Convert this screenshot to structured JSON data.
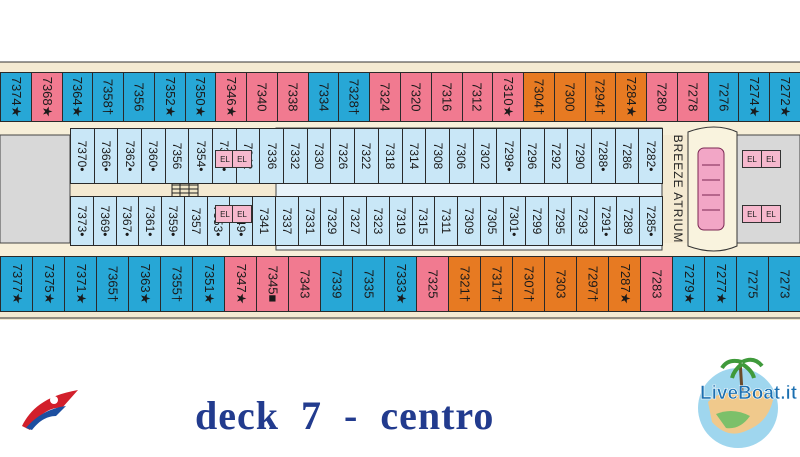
{
  "title": "deck  7  -  centro",
  "atrium_label": "BREEZE ATRIUM",
  "el_label": "EL",
  "logo_text": "LiveBoat.it",
  "colors": {
    "balcony": "#27a7d6",
    "ocean_view": "#f17a90",
    "suite": "#e77a22",
    "interior": "#c9e7f7",
    "title": "#223b8e"
  },
  "cabins": {
    "top_row": [
      {
        "label": "7374★",
        "color": "blue"
      },
      {
        "label": "7368★",
        "color": "pink"
      },
      {
        "label": "7364★",
        "color": "blue"
      },
      {
        "label": "7358†",
        "color": "blue"
      },
      {
        "label": "7356",
        "color": "blue"
      },
      {
        "label": "7352★",
        "color": "blue"
      },
      {
        "label": "7350★",
        "color": "blue"
      },
      {
        "label": "7346★",
        "color": "pink"
      },
      {
        "label": "7340",
        "color": "pink"
      },
      {
        "label": "7338",
        "color": "pink"
      },
      {
        "label": "7334",
        "color": "blue"
      },
      {
        "label": "7328†",
        "color": "blue"
      },
      {
        "label": "7324",
        "color": "pink"
      },
      {
        "label": "7320",
        "color": "pink"
      },
      {
        "label": "7316",
        "color": "pink"
      },
      {
        "label": "7312",
        "color": "pink"
      },
      {
        "label": "7310★",
        "color": "pink"
      },
      {
        "label": "7304†",
        "color": "orange"
      },
      {
        "label": "7300",
        "color": "orange"
      },
      {
        "label": "7294†",
        "color": "orange"
      },
      {
        "label": "7284★",
        "color": "orange"
      },
      {
        "label": "7280",
        "color": "pink"
      },
      {
        "label": "7278",
        "color": "pink"
      },
      {
        "label": "7276",
        "color": "blue"
      },
      {
        "label": "7274★",
        "color": "blue"
      },
      {
        "label": "7272★",
        "color": "blue"
      }
    ],
    "upper_inner": [
      {
        "label": "7370•"
      },
      {
        "label": "7366•"
      },
      {
        "label": "7362•"
      },
      {
        "label": "7360•"
      },
      {
        "label": "7356"
      },
      {
        "label": "7354•"
      },
      {
        "label": "7348•"
      },
      {
        "label": "7342"
      },
      {
        "label": "7336"
      },
      {
        "label": "7332"
      },
      {
        "label": "7330"
      },
      {
        "label": "7326"
      },
      {
        "label": "7322"
      },
      {
        "label": "7318"
      },
      {
        "label": "7314"
      },
      {
        "label": "7308"
      },
      {
        "label": "7306"
      },
      {
        "label": "7302"
      },
      {
        "label": "7298•"
      },
      {
        "label": "7296"
      },
      {
        "label": "7292"
      },
      {
        "label": "7290"
      },
      {
        "label": "7288•"
      },
      {
        "label": "7286"
      },
      {
        "label": "7282•"
      }
    ],
    "lower_inner": [
      {
        "label": "7373•"
      },
      {
        "label": "7369•"
      },
      {
        "label": "7367•"
      },
      {
        "label": "7361•"
      },
      {
        "label": "7359•"
      },
      {
        "label": "7357"
      },
      {
        "label": "7353•"
      },
      {
        "label": "7349•"
      },
      {
        "label": "7341"
      },
      {
        "label": "7337"
      },
      {
        "label": "7331"
      },
      {
        "label": "7329"
      },
      {
        "label": "7327"
      },
      {
        "label": "7323"
      },
      {
        "label": "7319"
      },
      {
        "label": "7315"
      },
      {
        "label": "7311"
      },
      {
        "label": "7309"
      },
      {
        "label": "7305"
      },
      {
        "label": "7301•"
      },
      {
        "label": "7299"
      },
      {
        "label": "7295"
      },
      {
        "label": "7293"
      },
      {
        "label": "7291•"
      },
      {
        "label": "7289"
      },
      {
        "label": "7285•"
      }
    ],
    "bottom_row": [
      {
        "label": "7377★",
        "color": "blue"
      },
      {
        "label": "7375★",
        "color": "blue"
      },
      {
        "label": "7371★",
        "color": "blue"
      },
      {
        "label": "7365†",
        "color": "blue"
      },
      {
        "label": "7363★",
        "color": "blue"
      },
      {
        "label": "7355†",
        "color": "blue"
      },
      {
        "label": "7351★",
        "color": "blue"
      },
      {
        "label": "7347★",
        "color": "pink"
      },
      {
        "label": "7345■",
        "color": "pink"
      },
      {
        "label": "7343",
        "color": "pink"
      },
      {
        "label": "7339",
        "color": "blue"
      },
      {
        "label": "7335",
        "color": "blue"
      },
      {
        "label": "7333★",
        "color": "blue"
      },
      {
        "label": "7325",
        "color": "pink"
      },
      {
        "label": "7321†",
        "color": "orange"
      },
      {
        "label": "7317†",
        "color": "orange"
      },
      {
        "label": "7307†",
        "color": "orange"
      },
      {
        "label": "7303",
        "color": "orange"
      },
      {
        "label": "7297†",
        "color": "orange"
      },
      {
        "label": "7287★",
        "color": "orange"
      },
      {
        "label": "7283",
        "color": "pink"
      },
      {
        "label": "7279★",
        "color": "blue"
      },
      {
        "label": "7277★",
        "color": "blue"
      },
      {
        "label": "7275",
        "color": "blue"
      },
      {
        "label": "7273",
        "color": "blue"
      }
    ]
  }
}
